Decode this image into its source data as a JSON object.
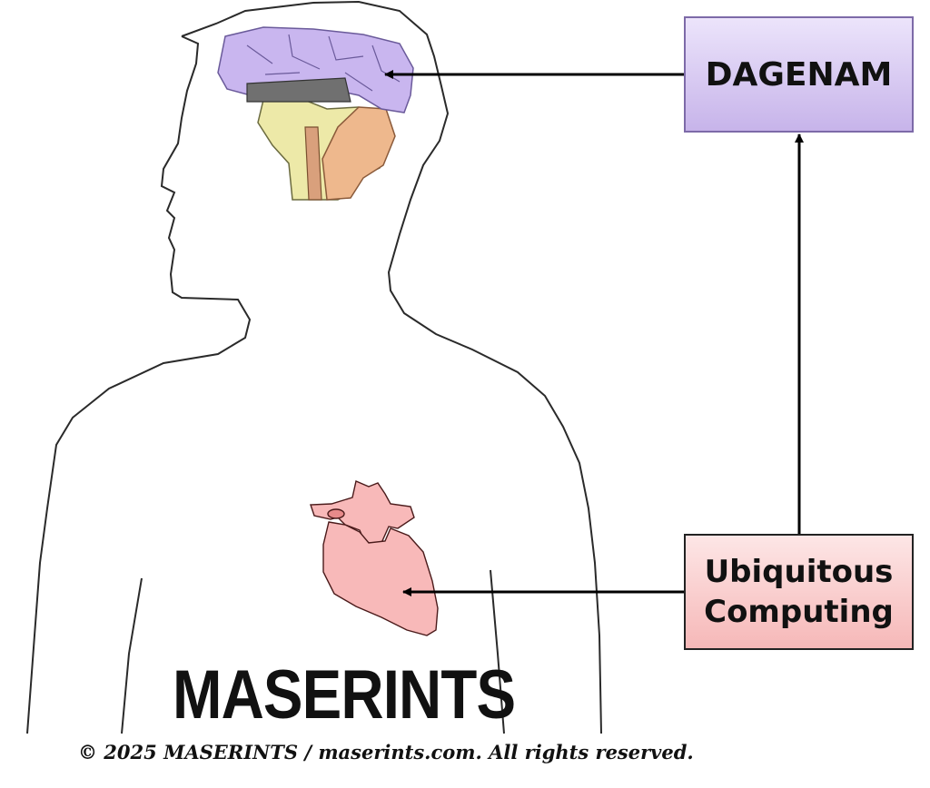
{
  "nodes": {
    "dagenam": {
      "label": "DAGENAM"
    },
    "ubiquitous_computing": {
      "line1": "Ubiquitous",
      "line2": "Computing"
    }
  },
  "edges": [
    {
      "from": "ubiquitous_computing",
      "to": "dagenam"
    },
    {
      "from": "dagenam",
      "to": "brain"
    },
    {
      "from": "ubiquitous_computing",
      "to": "heart"
    }
  ],
  "illustration": {
    "figure": "human-upper-body-silhouette",
    "organs": [
      "brain",
      "heart"
    ],
    "colors": {
      "brain_cortex": "#c9b6ef",
      "heart": "#f8b9b9",
      "dagenam_box": "#d9ccf3",
      "ubiquitous_box": "#f9caca"
    }
  },
  "watermark": "MASERINTS",
  "copyright": "© 2025 MASERINTS / maserints.com. All rights reserved."
}
